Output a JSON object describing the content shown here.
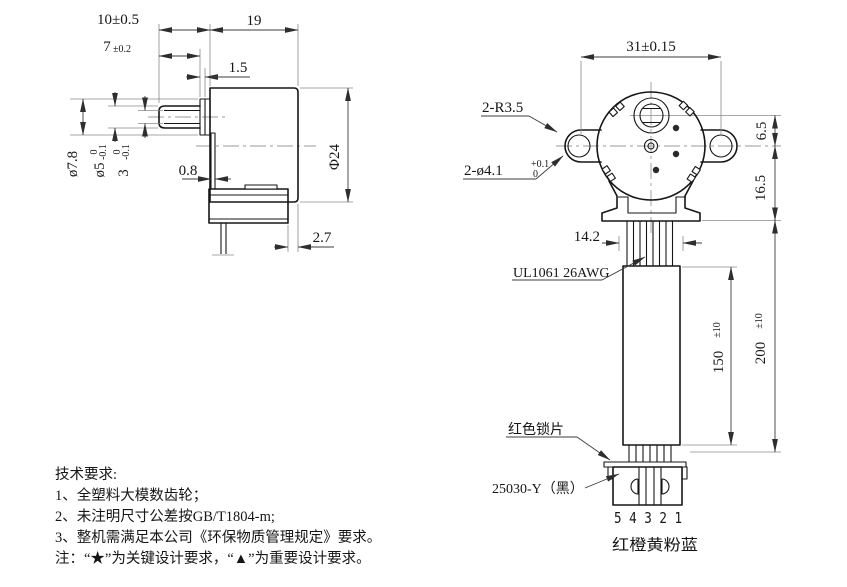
{
  "colors": {
    "ink": "#161616",
    "dim_line": "#3c3c3c",
    "centerline": "#9a9a9a",
    "background": "#ffffff"
  },
  "side_view": {
    "dim_shaft_length": "10±0.5",
    "dim_flat_length": {
      "base": "7",
      "tol": "±0.2"
    },
    "dim_boss_thickness": "1.5",
    "dim_body_depth": "19",
    "dim_body_diameter": "Φ24",
    "dim_boss_diameter": "ø7.8",
    "dim_shaft_diameter": {
      "base": "ø5",
      "upper": "0",
      "lower": "-0.1"
    },
    "dim_flat_width": {
      "base": "3",
      "upper": "0",
      "lower": "-0.1"
    },
    "dim_flange_thickness": "0.8",
    "dim_housing_offset": "2.7"
  },
  "front_view": {
    "dim_mount_hole_span": "31±0.15",
    "label_ear_radius": "2-R3.5",
    "label_mount_hole": {
      "base": "2-ø4.1",
      "upper": "+0.1",
      "lower": "0"
    },
    "dim_shaft_offset": "6.5",
    "dim_center_to_exit": "16.5",
    "dim_wire_exit_width": "14.2",
    "label_wire_spec": "UL1061 26AWG",
    "dim_sleeve_length": {
      "base": "150",
      "tol": "±10"
    },
    "dim_lead_length": {
      "base": "200",
      "tol": "±10"
    },
    "label_lock_piece": "红色锁片",
    "label_connector": "25030-Y（黑）",
    "pin_numbers": "5 4 3 2 1",
    "wire_colors": "红橙黄粉蓝"
  },
  "notes": {
    "title": "技术要求:",
    "line1": "1、全塑料大模数齿轮；",
    "line2": "2、未注明尺寸公差按GB/T1804-m;",
    "line3": "3、整机需满足本公司《环保物质管理规定》要求。",
    "line4": "注：“★”为关键设计要求，“▲”为重要设计要求。"
  }
}
